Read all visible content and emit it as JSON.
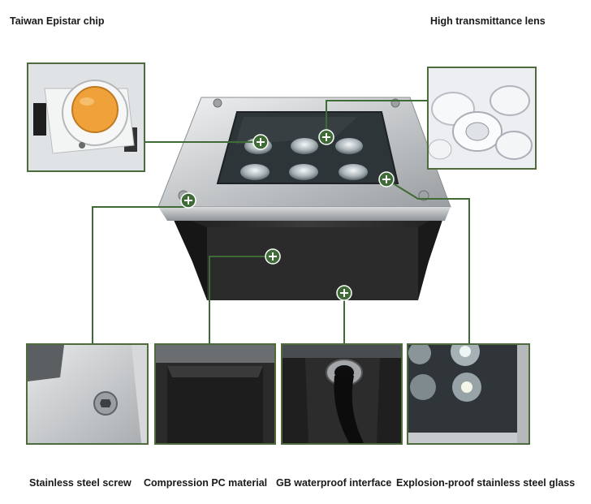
{
  "labels": {
    "chip": "Taiwan Epistar chip",
    "lens": "High transmittance lens",
    "screw": "Stainless steel screw",
    "pc": "Compression PC material",
    "waterproof": "GB waterproof interface",
    "glass": "Explosion-proof stainless steel glass"
  },
  "colors": {
    "frame": "#4d6b3d",
    "marker": "#3e6b36",
    "steel": "#c9ccce",
    "housing": "#2a2a2a"
  },
  "icons": {
    "marker": "plus-circle-icon"
  }
}
